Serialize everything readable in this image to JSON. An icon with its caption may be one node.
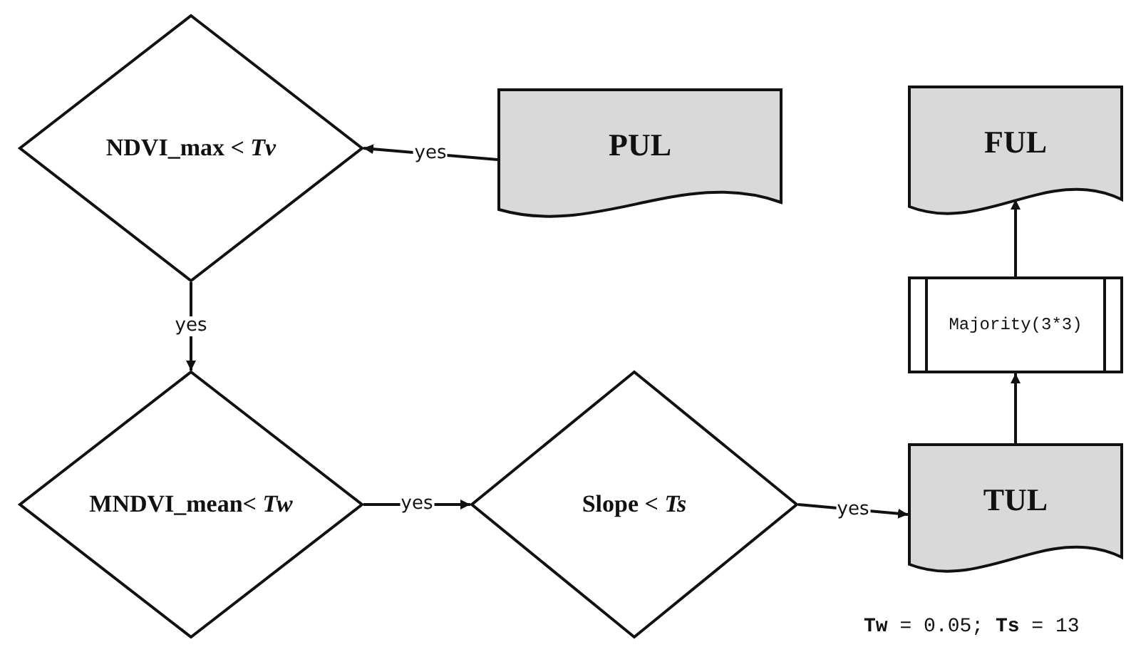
{
  "diagram": {
    "nodes": [
      {
        "text": [
          "NDVI_max < *Tv*"
        ]
      },
      {
        "text": [
          "PUL"
        ]
      },
      {
        "text": [
          "FUL"
        ]
      },
      {
        "text": [
          "Majority(3*3)"
        ]
      },
      {
        "text": [
          "MNDVI_mean< *Tw*"
        ]
      },
      {
        "text": [
          "Slope < *Ts*"
        ]
      },
      {
        "text": [
          "TUL"
        ]
      }
    ],
    "edges": [
      {
        "from": 1,
        "to": 0,
        "arrow": "to",
        "label": "yes"
      },
      {
        "from": 0,
        "to": 4,
        "arrow": "to",
        "label": "yes"
      },
      {
        "from": 4,
        "to": 5,
        "arrow": "to",
        "label": "yes"
      },
      {
        "from": 5,
        "to": 6,
        "arrow": "to",
        "label": "yes"
      },
      {
        "from": 6,
        "to": 3,
        "arrow": "to"
      },
      {
        "from": 3,
        "to": 2,
        "arrow": "to"
      }
    ],
    "labels": [
      "**Tw** = 0.05; **Ts** = 13"
    ]
  }
}
